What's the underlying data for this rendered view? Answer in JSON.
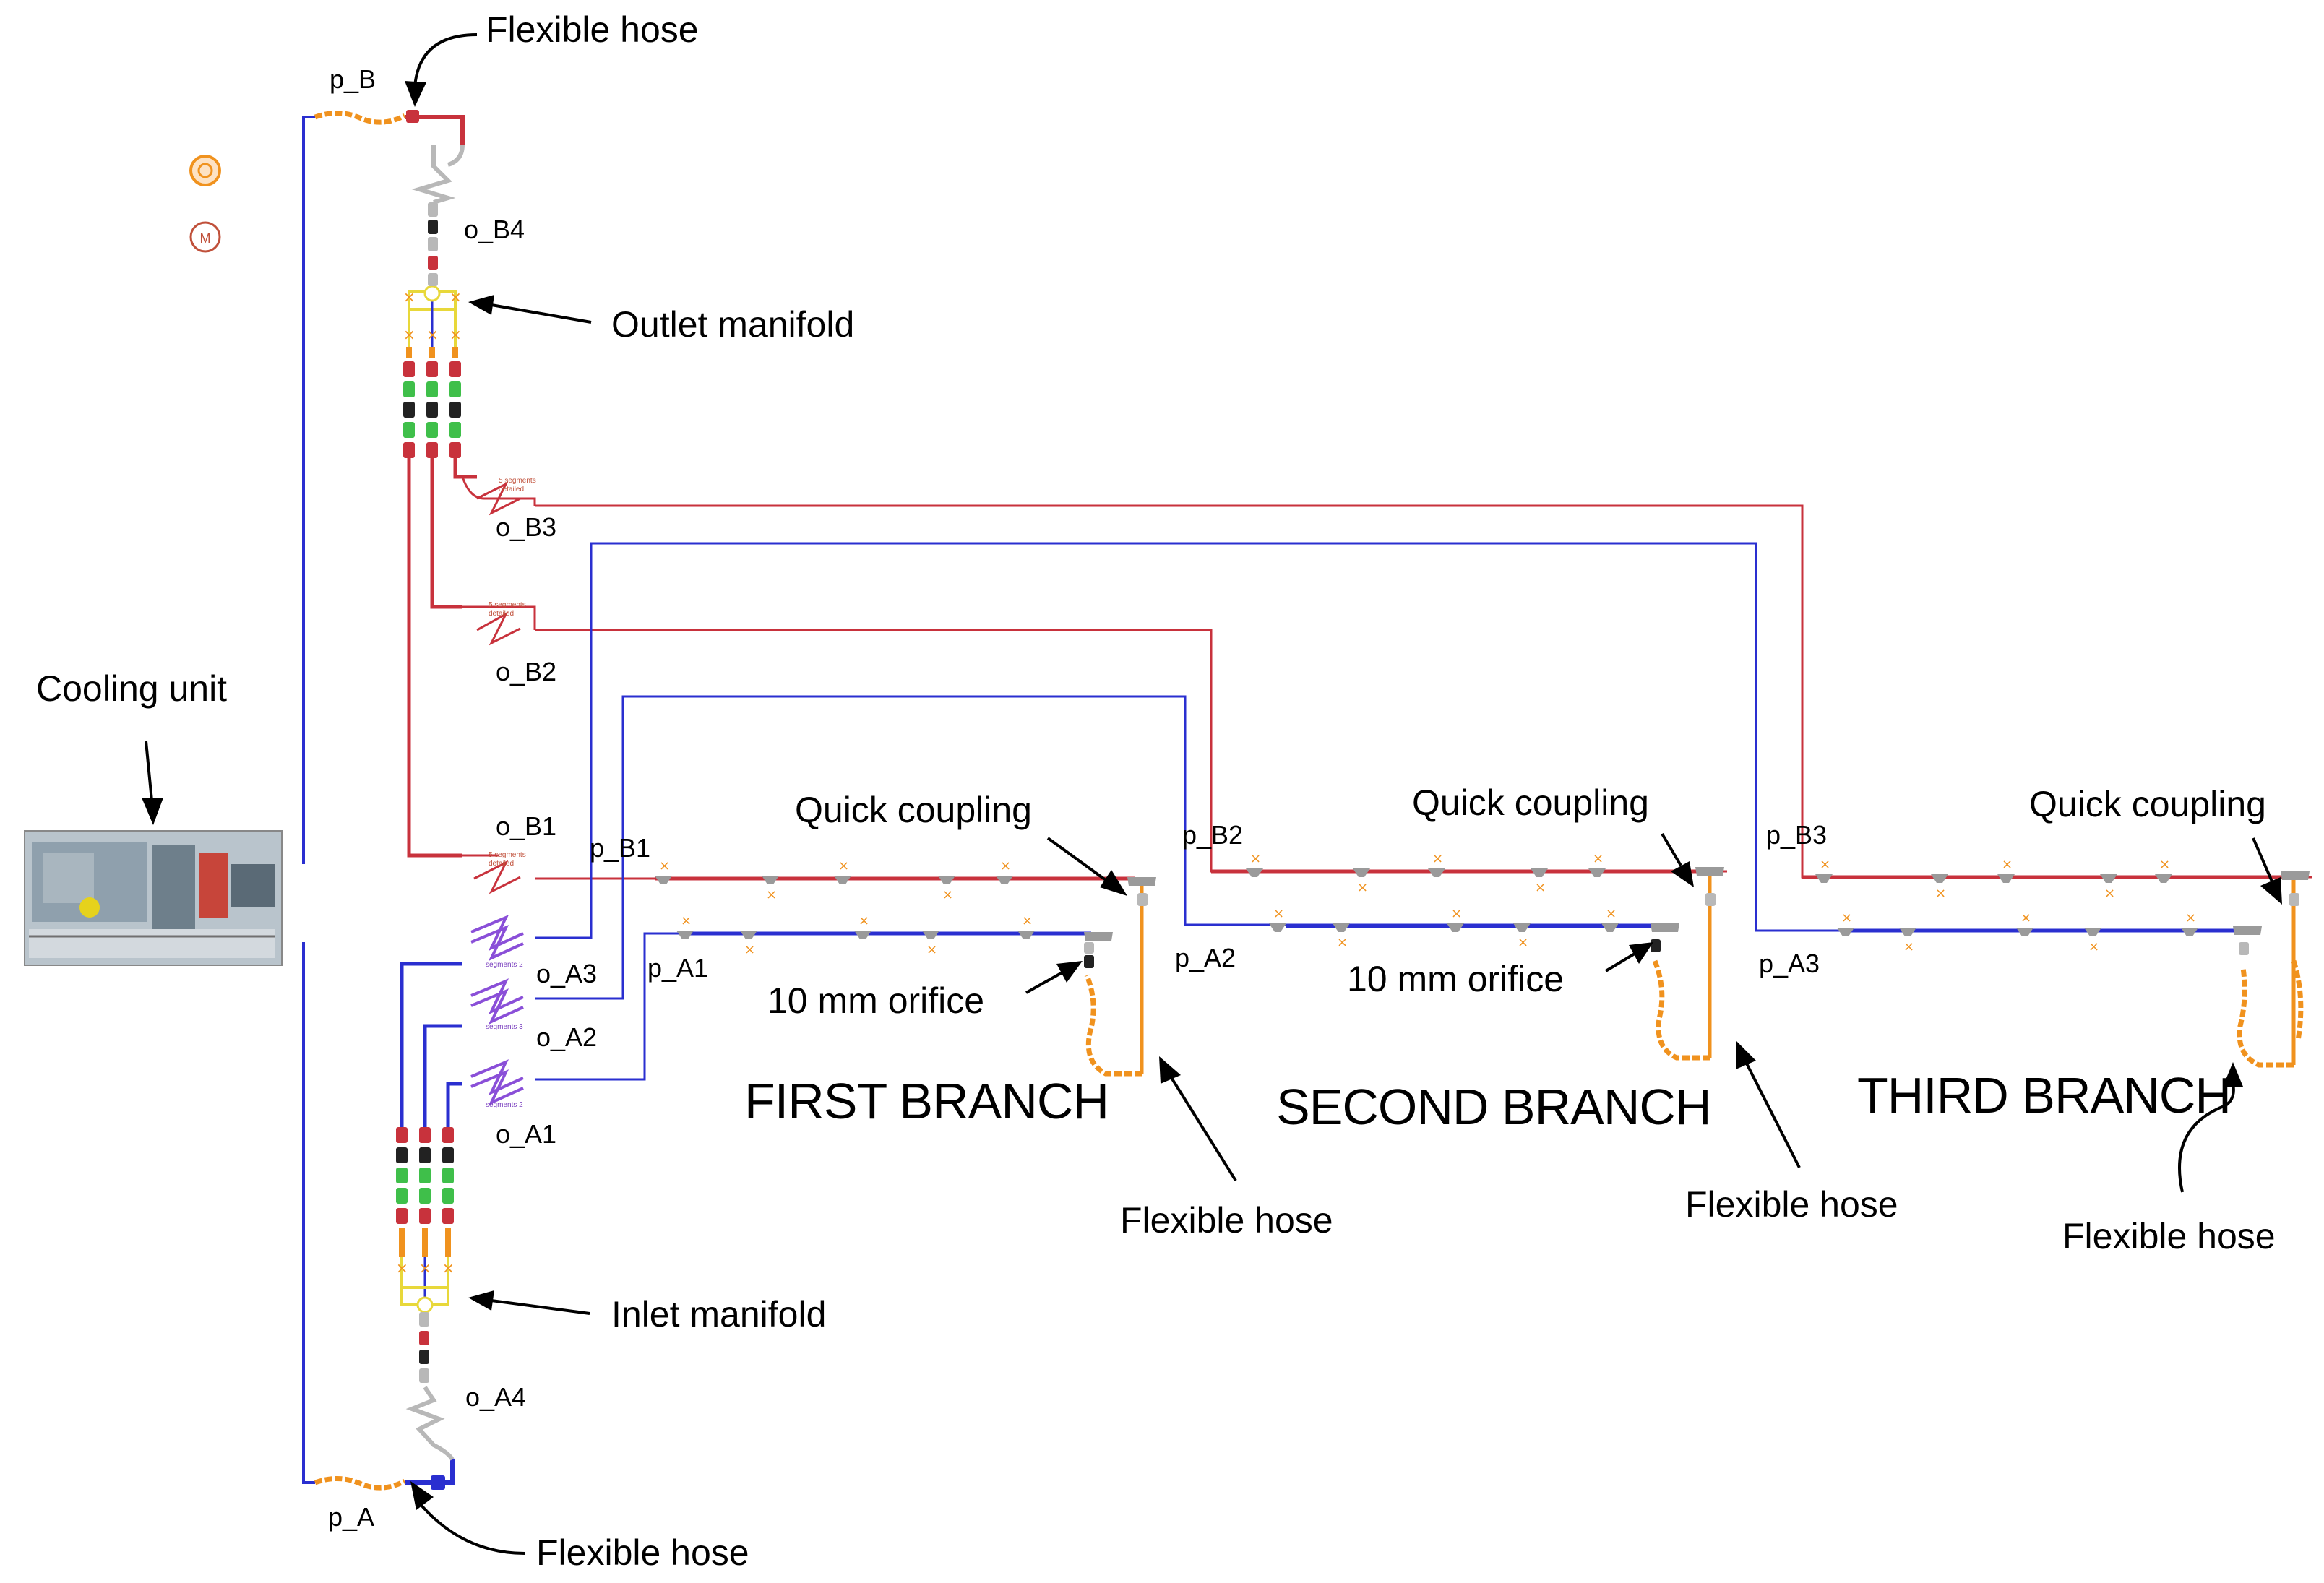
{
  "colors": {
    "supply_pipe": "#2a2fd0",
    "return_pipe": "#c8323c",
    "flexible_hose": "#f0921e",
    "manifold": "#e8d83a",
    "valve_green": "#3fbf4a",
    "purple_element": "#8a4fd8",
    "grey_element": "#b8b8b8",
    "tee": "#9a9a9a"
  },
  "annotations": {
    "flexible_hose_top": "Flexible hose",
    "outlet_manifold": "Outlet manifold",
    "cooling_unit": "Cooling unit",
    "inlet_manifold": "Inlet manifold",
    "flexible_hose_bottom": "Flexible hose",
    "quick_coupling_1": "Quick coupling",
    "quick_coupling_2": "Quick coupling",
    "quick_coupling_3": "Quick coupling",
    "orifice_1": "10 mm orifice",
    "orifice_2": "10 mm orifice",
    "flexible_hose_1": "Flexible hose",
    "flexible_hose_2": "Flexible hose",
    "flexible_hose_3": "Flexible hose"
  },
  "branches": {
    "first": "FIRST BRANCH",
    "second": "SECOND BRANCH",
    "third": "THIRD BRANCH"
  },
  "ports": {
    "p_B": "p_B",
    "p_A": "p_A",
    "o_B4": "o_B4",
    "o_B3": "o_B3",
    "o_B2": "o_B2",
    "o_B1": "o_B1",
    "o_A4": "o_A4",
    "o_A3": "o_A3",
    "o_A2": "o_A2",
    "o_A1": "o_A1",
    "p_B1": "p_B1",
    "p_B2": "p_B2",
    "p_B3": "p_B3",
    "p_A1": "p_A1",
    "p_A2": "p_A2",
    "p_A3": "p_A3"
  },
  "icons": {
    "unit_icon": "orange-circle-icon",
    "motor_icon": "motor-icon",
    "motor_letter": "M",
    "cooling_unit_photo": "cooling-unit-photo-icon"
  }
}
